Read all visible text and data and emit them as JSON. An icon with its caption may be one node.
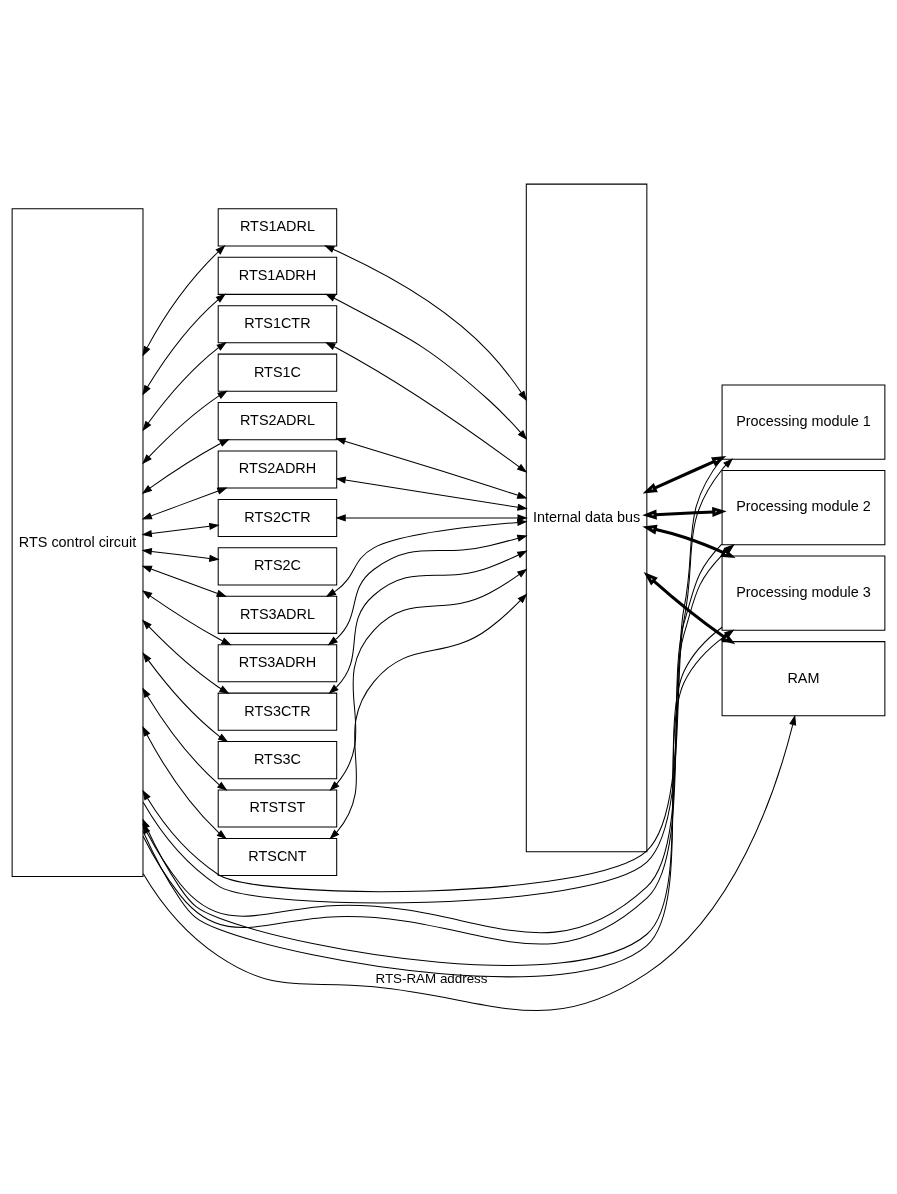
{
  "diagram": {
    "nodes": [
      {
        "text": [
          "RTS control circuit"
        ]
      },
      {
        "text": [
          "RTS1ADRL"
        ]
      },
      {
        "text": [
          "RTS1ADRH"
        ]
      },
      {
        "text": [
          "RTS1CTR"
        ]
      },
      {
        "text": [
          "RTS1C"
        ]
      },
      {
        "text": [
          "RTS2ADRL"
        ]
      },
      {
        "text": [
          "RTS2ADRH"
        ]
      },
      {
        "text": [
          "RTS2CTR"
        ]
      },
      {
        "text": [
          "RTS2C"
        ]
      },
      {
        "text": [
          "RTS3ADRL"
        ]
      },
      {
        "text": [
          "RTS3ADRH"
        ]
      },
      {
        "text": [
          "RTS3CTR"
        ]
      },
      {
        "text": [
          "RTS3C"
        ]
      },
      {
        "text": [
          "RTSTST"
        ]
      },
      {
        "text": [
          "RTSCNT"
        ]
      },
      {
        "text": [
          "Internal data bus"
        ]
      },
      {
        "text": [
          "Processing module 1"
        ]
      },
      {
        "text": [
          "Processing module 2"
        ]
      },
      {
        "text": [
          "Processing module 3"
        ]
      },
      {
        "text": [
          "RAM"
        ]
      }
    ],
    "edges": [
      {
        "from": 0,
        "to": 1,
        "arrow": "both"
      },
      {
        "from": 1,
        "to": 15,
        "arrow": "both"
      },
      {
        "from": 0,
        "to": 2,
        "arrow": "both"
      },
      {
        "from": 2,
        "to": 15,
        "arrow": "both"
      },
      {
        "from": 0,
        "to": 3,
        "arrow": "both"
      },
      {
        "from": 3,
        "to": 15,
        "arrow": "both"
      },
      {
        "from": 0,
        "to": 4,
        "arrow": "both"
      },
      {
        "from": 15,
        "to": 16,
        "arrow": "both",
        "style": "thick"
      },
      {
        "from": 0,
        "to": 16,
        "arrow": "to"
      },
      {
        "from": 16,
        "to": 0,
        "arrow": "to"
      },
      {
        "from": 0,
        "to": 5,
        "arrow": "both"
      },
      {
        "from": 5,
        "to": 15,
        "arrow": "both"
      },
      {
        "from": 0,
        "to": 6,
        "arrow": "both"
      },
      {
        "from": 6,
        "to": 15,
        "arrow": "both"
      },
      {
        "from": 0,
        "to": 7,
        "arrow": "both"
      },
      {
        "from": 7,
        "to": 15,
        "arrow": "both"
      },
      {
        "from": 0,
        "to": 8,
        "arrow": "both"
      },
      {
        "from": 15,
        "to": 17,
        "arrow": "both",
        "style": "thick"
      },
      {
        "from": 0,
        "to": 17,
        "arrow": "to"
      },
      {
        "from": 17,
        "to": 0,
        "arrow": "to"
      },
      {
        "from": 0,
        "to": 9,
        "arrow": "both"
      },
      {
        "from": 9,
        "to": 15,
        "arrow": "both"
      },
      {
        "from": 0,
        "to": 10,
        "arrow": "both"
      },
      {
        "from": 10,
        "to": 15,
        "arrow": "both"
      },
      {
        "from": 0,
        "to": 11,
        "arrow": "both"
      },
      {
        "from": 11,
        "to": 15,
        "arrow": "both"
      },
      {
        "from": 0,
        "to": 12,
        "arrow": "both"
      },
      {
        "from": 15,
        "to": 18,
        "arrow": "both",
        "style": "thick"
      },
      {
        "from": 0,
        "to": 18,
        "arrow": "to"
      },
      {
        "from": 18,
        "to": 0,
        "arrow": "to"
      },
      {
        "from": 0,
        "to": 13,
        "arrow": "both"
      },
      {
        "from": 13,
        "to": 15,
        "arrow": "both"
      },
      {
        "from": 0,
        "to": 14,
        "arrow": "both"
      },
      {
        "from": 14,
        "to": 15,
        "arrow": "both"
      },
      {
        "from": 15,
        "to": 19,
        "arrow": "both",
        "style": "thick"
      },
      {
        "from": 0,
        "to": 19,
        "arrow": "to",
        "label": "RTS-RAM address"
      }
    ]
  }
}
